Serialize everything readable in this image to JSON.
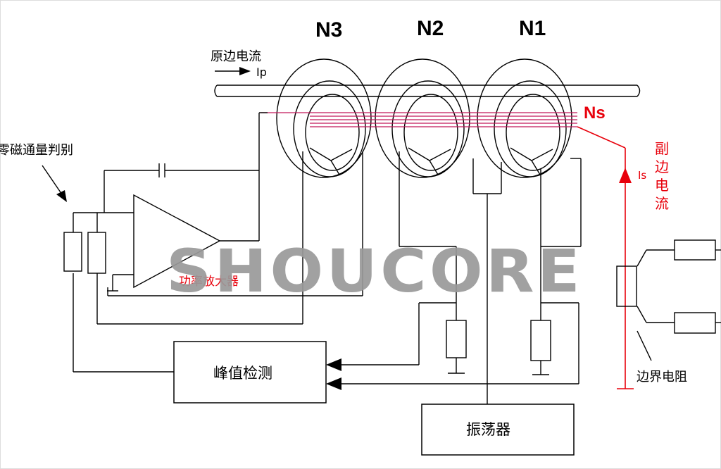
{
  "labels": {
    "n3": "N3",
    "n2": "N2",
    "n1": "N1",
    "primary_current": "原边电流",
    "ip": "Ip",
    "ns": "Ns",
    "secondary_current": [
      "副",
      "边",
      "电",
      "流"
    ],
    "is": "Is",
    "zero_flux": "零磁通量判别",
    "amplifier": "功率放大器",
    "peak_detect": "峰值检测",
    "oscillator": "振荡器",
    "boundary_resistor": "边界电阻"
  },
  "watermark": "SHOUCORE",
  "colors": {
    "line": "#000000",
    "secondary_wire": "#e8000b",
    "winding": "#c2185b",
    "watermark": "#9a9a9a"
  }
}
